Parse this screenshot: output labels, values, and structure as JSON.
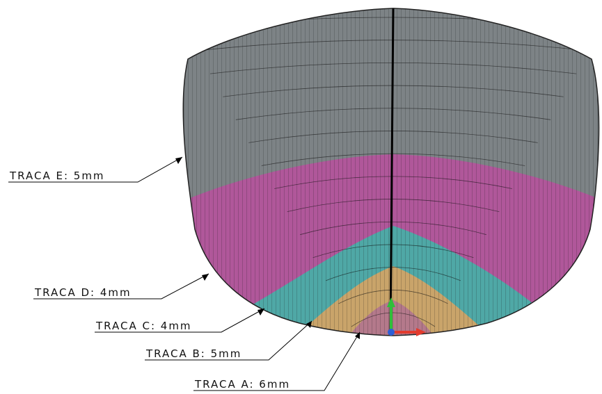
{
  "labels": {
    "traca_e": "TRACA E: 5mm",
    "traca_d": "TRACA D: 4mm",
    "traca_c": "TRACA C: 4mm",
    "traca_b": "TRACA B: 5mm",
    "traca_a": "TRACA A: 6mm"
  },
  "colors": {
    "traca_e": "#7d8386",
    "traca_d": "#b0579a",
    "traca_c": "#4fa8a6",
    "traca_b": "#c9a46a",
    "traca_a": "#b4798b",
    "mesh_line": "#1a1a1a",
    "axis_x": "#e23b2e",
    "axis_y": "#2fbf3a",
    "axis_z": "#2d5fd6"
  }
}
